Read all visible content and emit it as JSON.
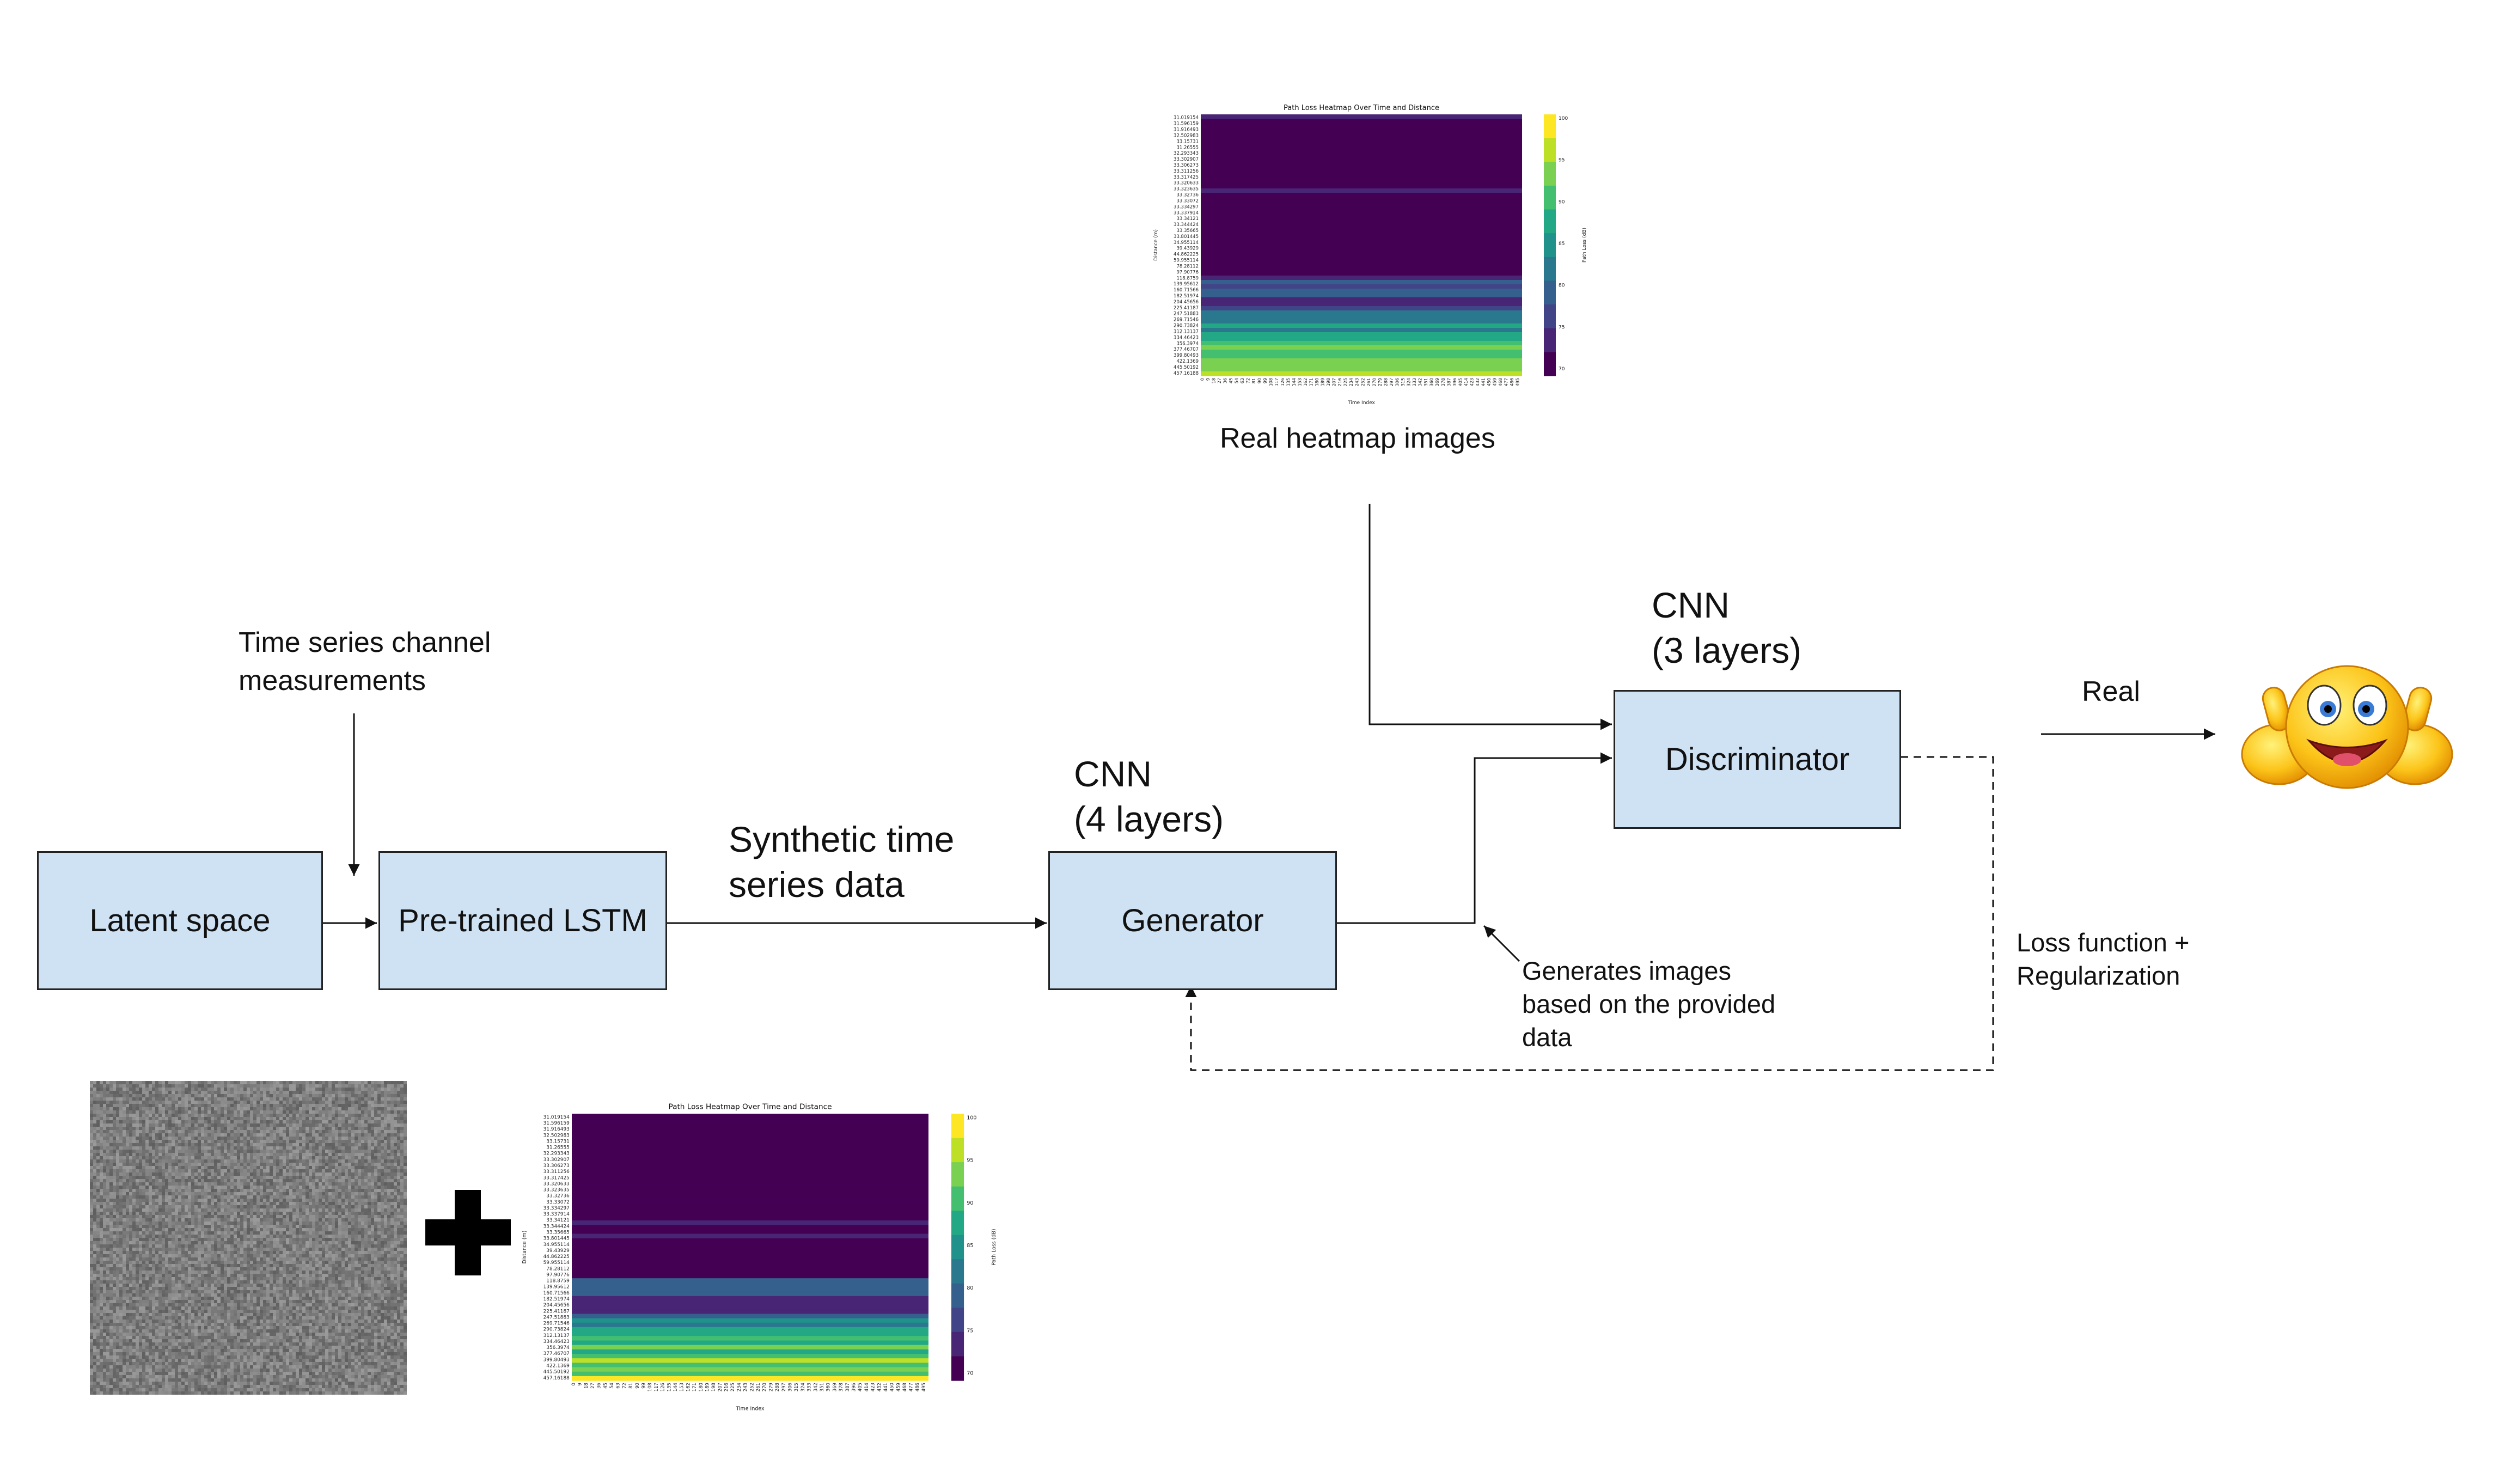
{
  "labels": {
    "time_series_input": [
      "Time series channel",
      "measurements"
    ],
    "synthetic_data": [
      "Synthetic time",
      "series data"
    ],
    "generator_arch": [
      "CNN",
      "(4 layers)"
    ],
    "discriminator_arch": [
      "CNN",
      "(3 layers)"
    ],
    "real_heatmaps": "Real heatmap images",
    "real_output": "Real",
    "generates_images": [
      "Generates images",
      "based on the provided",
      "data"
    ],
    "loss": [
      "Loss function +",
      "Regularization"
    ]
  },
  "boxes": {
    "latent_space": "Latent space",
    "lstm": "Pre-trained LSTM",
    "generator": "Generator",
    "discriminator": "Discriminator"
  },
  "heatmap": {
    "title": "Path Loss Heatmap Over Time and Distance",
    "xlabel": "Time Index",
    "ylabel": "Distance (m)",
    "colorbar_label": "Path Loss (dB)",
    "colorbar_ticks": [
      "100",
      "95",
      "90",
      "85",
      "80",
      "75",
      "70"
    ],
    "y_ticks": [
      "31.019154",
      "31.596159",
      "31.916493",
      "32.502983",
      "33.15731",
      "31.26555",
      "32.293343",
      "33.302907",
      "33.306273",
      "33.311256",
      "33.317425",
      "33.320633",
      "33.323635",
      "33.32736",
      "33.33072",
      "33.334297",
      "33.337914",
      "33.34121",
      "33.344424",
      "33.35665",
      "33.801445",
      "34.955114",
      "39.43929",
      "44.862225",
      "59.955114",
      "78.28112",
      "97.90776",
      "118.8759",
      "139.95612",
      "160.71566",
      "182.51974",
      "204.45656",
      "225.41187",
      "247.51883",
      "269.71546",
      "290.73824",
      "312.13137",
      "334.46423",
      "356.3974",
      "377.46707",
      "399.80493",
      "422.1369",
      "445.50192",
      "457.16188"
    ],
    "x_ticks": [
      "0",
      "9",
      "18",
      "27",
      "36",
      "45",
      "54",
      "63",
      "72",
      "81",
      "90",
      "99",
      "108",
      "117",
      "126",
      "135",
      "144",
      "153",
      "162",
      "171",
      "180",
      "189",
      "198",
      "207",
      "216",
      "225",
      "234",
      "243",
      "252",
      "261",
      "270",
      "279",
      "288",
      "297",
      "306",
      "315",
      "324",
      "333",
      "342",
      "351",
      "360",
      "369",
      "378",
      "387",
      "396",
      "405",
      "414",
      "423",
      "432",
      "441",
      "450",
      "459",
      "468",
      "477",
      "486",
      "495"
    ],
    "colors": [
      "#440154",
      "#482575",
      "#414487",
      "#355f8d",
      "#2a788e",
      "#21918c",
      "#22a884",
      "#44bf70",
      "#7ad151",
      "#bddf26",
      "#fde725"
    ]
  }
}
